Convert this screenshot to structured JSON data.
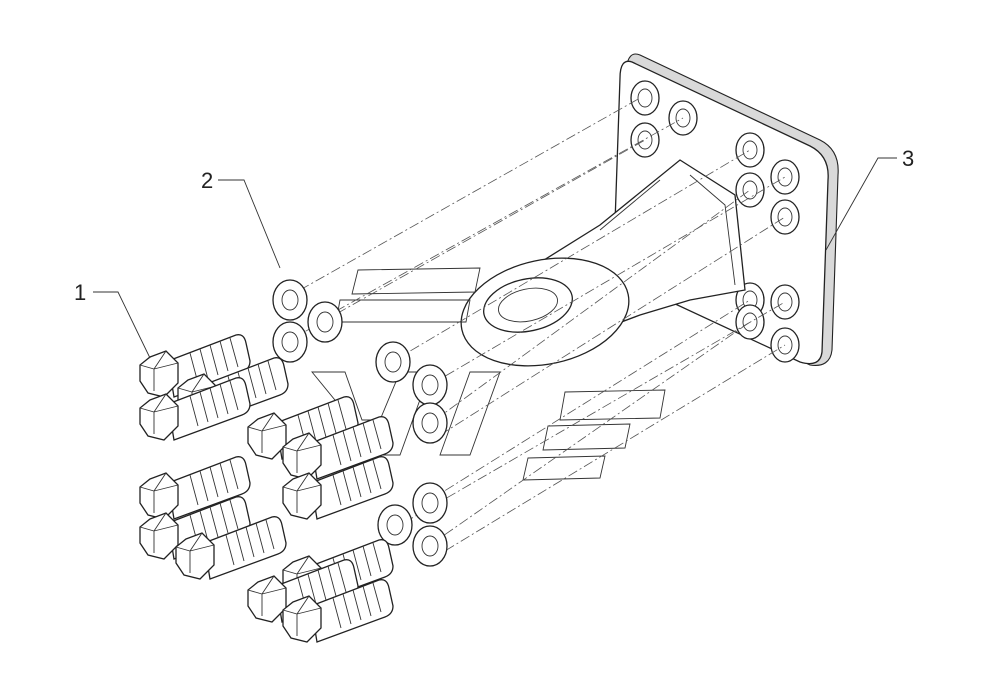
{
  "diagram": {
    "callouts": [
      {
        "id": "bolt",
        "label": "1"
      },
      {
        "id": "washer",
        "label": "2"
      },
      {
        "id": "tow-eye-bracket",
        "label": "3"
      }
    ]
  }
}
